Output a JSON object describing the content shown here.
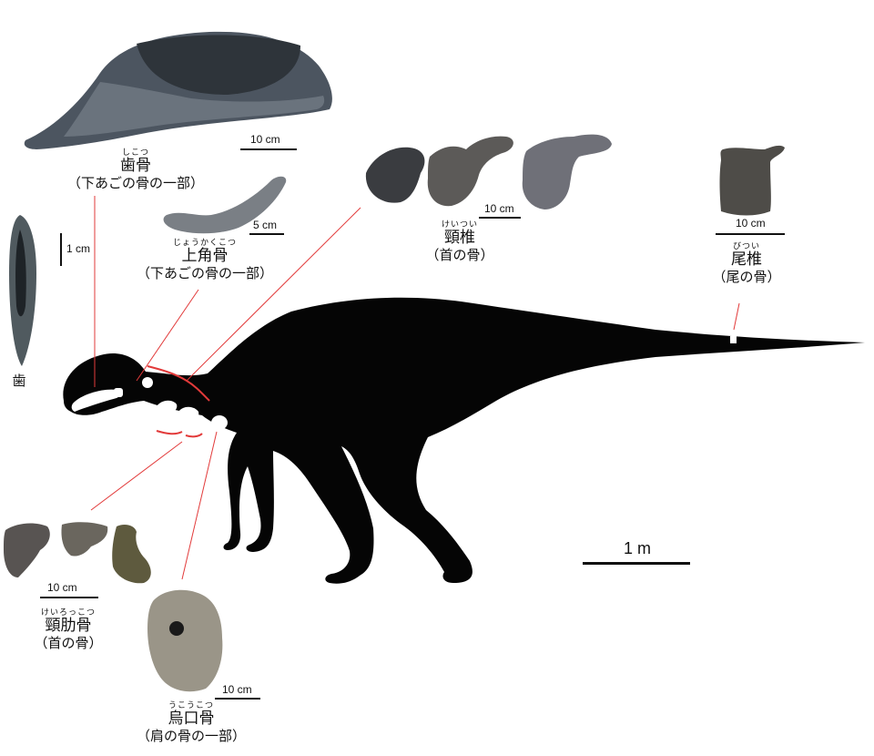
{
  "bones": {
    "dentary": {
      "furigana": "しこつ",
      "name": "歯骨",
      "desc": "（下あごの骨の一部）",
      "scale": "10 cm"
    },
    "surangular": {
      "furigana": "じょうかくこつ",
      "name": "上角骨",
      "desc": "（下あごの骨の一部）",
      "scale": "5 cm"
    },
    "tooth": {
      "name": "歯",
      "scale": "1 cm"
    },
    "cervical_vertebrae": {
      "furigana": "けいつい",
      "name": "頸椎",
      "desc": "（首の骨）",
      "scale": "10 cm"
    },
    "caudal_vertebra": {
      "furigana": "びつい",
      "name": "尾椎",
      "desc": "（尾の骨）",
      "scale": "10 cm"
    },
    "cervical_ribs": {
      "furigana": "けいろっこつ",
      "name": "頸肋骨",
      "desc": "（首の骨）",
      "scale": "10 cm"
    },
    "coracoid": {
      "furigana": "うこうこつ",
      "name": "烏口骨",
      "desc": "（肩の骨の一部）",
      "scale": "10 cm"
    }
  },
  "body_scale": "1 m",
  "colors": {
    "silhouette": "#050505",
    "pointer": "#e23a3a",
    "bone_dark": "#4c5560",
    "bone_grey": "#7a7f85",
    "bone_brown": "#6b6355",
    "bone_olive": "#5e5a3e",
    "bone_light": "#9a9588"
  }
}
